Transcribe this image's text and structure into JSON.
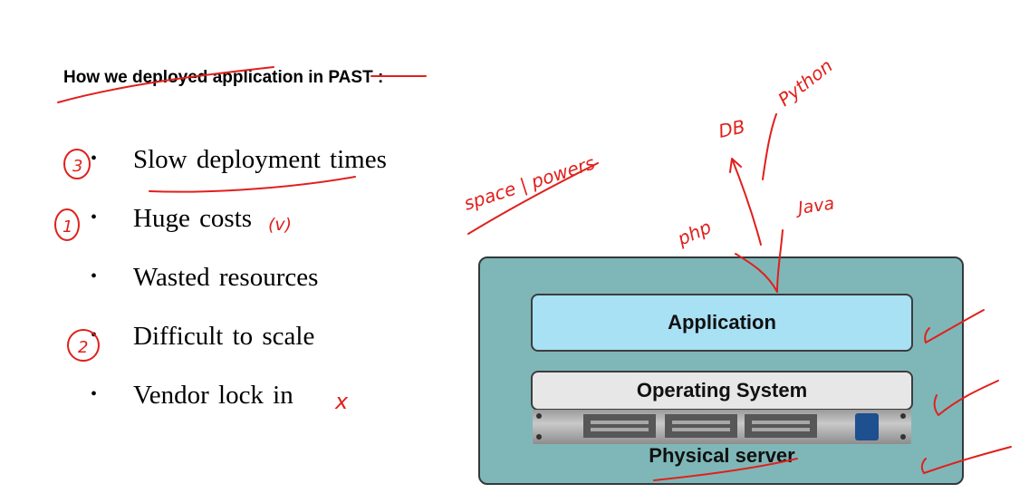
{
  "heading": "How we deployed application in PAST :",
  "bullets": [
    {
      "text": "Slow deployment times"
    },
    {
      "text": "Huge costs"
    },
    {
      "text": "Wasted resources"
    },
    {
      "text": "Difficult to scale"
    },
    {
      "text": "Vendor  lock in"
    }
  ],
  "server_diagram": {
    "application": "Application",
    "operating_system": "Operating System",
    "physical_server": "Physical server"
  },
  "annotations": {
    "space_power": "space | powers",
    "php": "php",
    "db": "DB",
    "python": "Python",
    "java": "Java",
    "huge_costs_note": "(v)",
    "vendor_lock_mark": "x",
    "rank_slow": "3",
    "rank_costs": "1",
    "rank_scale": "2"
  },
  "colors": {
    "annotation_ink": "#e0201c",
    "server_body": "#7fb7b8",
    "application_layer": "#a8e0f4",
    "os_layer": "#e7e7e7"
  }
}
